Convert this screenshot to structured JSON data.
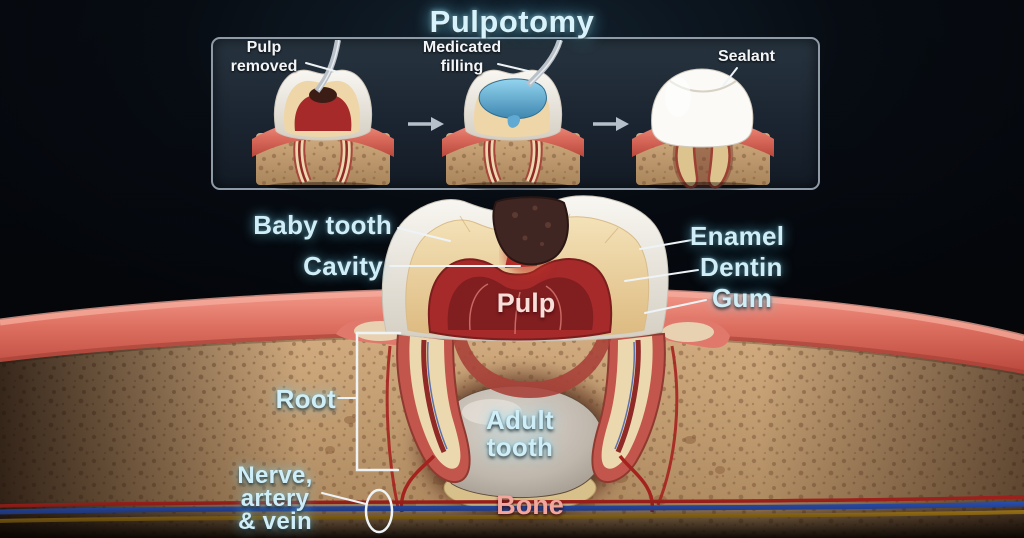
{
  "title": "Pulpotomy",
  "inset": {
    "stages": [
      {
        "name": "pulp-removed",
        "label_lines": [
          "Pulp",
          "removed"
        ]
      },
      {
        "name": "medicated-filling",
        "label_lines": [
          "Medicated",
          "filling"
        ]
      },
      {
        "name": "sealant",
        "label_lines": [
          "Sealant"
        ]
      }
    ],
    "arrow_glyph": "→"
  },
  "anatomy_labels": {
    "baby_tooth": "Baby tooth",
    "cavity": "Cavity",
    "enamel": "Enamel",
    "dentin": "Dentin",
    "gum": "Gum",
    "pulp": "Pulp",
    "root": "Root",
    "adult_tooth": [
      "Adult",
      "tooth"
    ],
    "bone": "Bone",
    "nerve_artery_vein": [
      "Nerve,",
      "artery",
      "& vein"
    ]
  },
  "colors": {
    "label_cyan": "#cfeef8",
    "pulp_label": "#f7ded8",
    "bone_label": "#f2a69d",
    "panel_border": "#8e9aa6",
    "panel_bg": "#1b2531",
    "gum_pink": "#d9695b",
    "bone_tan": "#c49e72",
    "enamel_white": "#efece5",
    "dentin_tan": "#ead0a0",
    "pulp_red": "#a62a2a",
    "filling_blue": "#5fb0dc",
    "artery_red": "#9c201c",
    "vein_blue": "#2a50b4",
    "nerve_yellow": "#c8951e"
  }
}
